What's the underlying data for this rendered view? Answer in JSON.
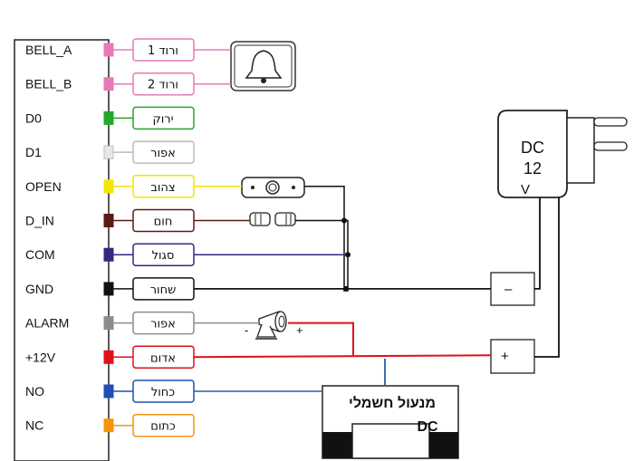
{
  "pins": [
    {
      "pin": "BELL_A",
      "wire": "ורוד 1",
      "color": "#e87ab8"
    },
    {
      "pin": "BELL_B",
      "wire": "ורוד 2",
      "color": "#e87ab8"
    },
    {
      "pin": "D0",
      "wire": "ירוק",
      "color": "#22a82e"
    },
    {
      "pin": "D1",
      "wire": "אפור",
      "color": "#e8e8e8"
    },
    {
      "pin": "OPEN",
      "wire": "צהוב",
      "color": "#f2e600"
    },
    {
      "pin": "D_IN",
      "wire": "חום",
      "color": "#5a1a12"
    },
    {
      "pin": "COM",
      "wire": "סגול",
      "color": "#3a2580"
    },
    {
      "pin": "GND",
      "wire": "שחור",
      "color": "#111111"
    },
    {
      "pin": "ALARM",
      "wire": "אפור",
      "color": "#8c8c8c"
    },
    {
      "pin": "+12V",
      "wire": "אדום",
      "color": "#e0101b"
    },
    {
      "pin": "NO",
      "wire": "כחול",
      "color": "#1f4fb5"
    },
    {
      "pin": "NC",
      "wire": "כתום",
      "color": "#f5960a"
    }
  ],
  "power_supply": {
    "line1": "DC",
    "line2": "12",
    "line3": "V"
  },
  "terminals": {
    "minus": "–",
    "plus": "+"
  },
  "siren": {
    "minus": "-",
    "plus": "+"
  },
  "lock": {
    "title": "מנעול חשמלי",
    "subtitle": "DC"
  },
  "colors": {
    "wire_black": "#111111",
    "wire_red": "#e0101b",
    "wire_blue": "#2c5fa8",
    "wire_yellow": "#f2e600",
    "wire_brown": "#5a1a12",
    "wire_pink": "#e87ab8"
  }
}
